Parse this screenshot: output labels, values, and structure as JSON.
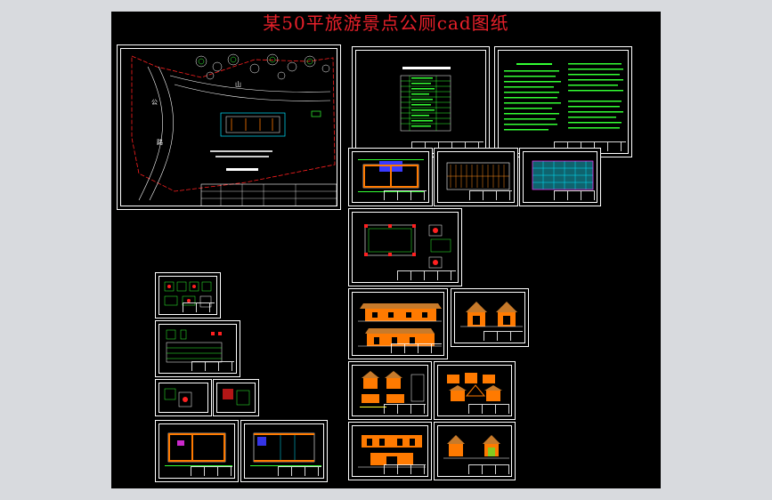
{
  "page": {
    "title": "某50平旅游景点公厕cad图纸"
  },
  "site_plan": {
    "label_mountain": "山",
    "label_road_1": "公",
    "label_road_2": "路"
  },
  "colors": {
    "background": "#000000",
    "title": "#e8202a",
    "sheet_border": "#ffffff",
    "wall": "#ff7a00",
    "roof": "#ff8c1a",
    "green_text": "#33ff33",
    "cyan": "#00e5ff",
    "magenta": "#ff33ff",
    "yellow": "#ffff33"
  }
}
